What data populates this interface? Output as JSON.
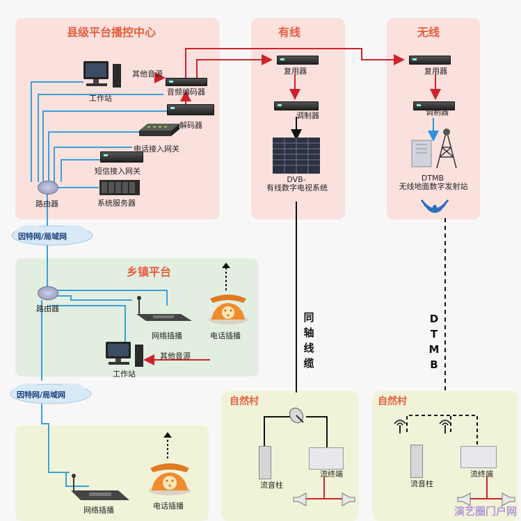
{
  "panels": {
    "county": "县级平台播控中心",
    "cable": "有线",
    "wireless": "无线",
    "township": "乡镇平台",
    "village_a": "自然村",
    "village_b": "自然村"
  },
  "county": {
    "workstation": "工作站",
    "other_audio": "其他音源",
    "audio_encoder": "音频编码器",
    "decoder": "解码器",
    "phone_gateway": "电话接入网关",
    "sms_gateway": "短信接入网关",
    "router": "路由器",
    "server": "系统服务器"
  },
  "cable": {
    "mux": "复用器",
    "modulator": "调制器",
    "dvb_line1": "DVB-",
    "dvb_line2": "有线数字电视系统"
  },
  "wireless": {
    "mux": "复用器",
    "modulator": "调制器",
    "dtmb_line1": "DTMB",
    "dtmb_line2": "无线地面数字发射站"
  },
  "network": {
    "cloud1": "因特网/局域网",
    "cloud2": "因特网/局域网"
  },
  "township": {
    "router": "路由器",
    "net_broadcast": "网络插播",
    "phone_broadcast": "电话插播",
    "other_audio": "其他音源",
    "workstation": "工作站"
  },
  "links": {
    "coax": [
      "同",
      "轴",
      "线",
      "缆"
    ],
    "dtmb": [
      "D",
      "T",
      "M",
      "B"
    ]
  },
  "village_a": {
    "column": "流音柱",
    "terminal": "流终端"
  },
  "village_b": {
    "column": "流音柱",
    "terminal": "流终端"
  },
  "bottom": {
    "net_broadcast": "网络插播",
    "phone_broadcast": "电话插播"
  },
  "watermark": "演艺圈门户网",
  "colors": {
    "title": "#e65e3f",
    "wire_blue": "#3aa0d8",
    "wire_red": "#d0202a",
    "panel_pink": "#fbe1dd",
    "panel_green": "#e2eee0",
    "panel_yellow": "#f1f3d9"
  }
}
